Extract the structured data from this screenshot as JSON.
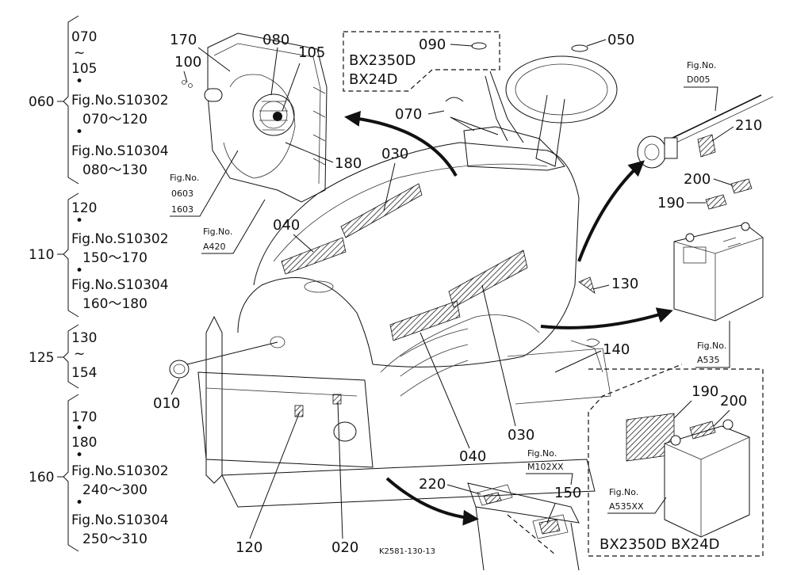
{
  "groups": [
    {
      "ref": "060",
      "lines": [
        "070",
        "~",
        "105",
        "•",
        "Fig.No.S10302",
        "070～120",
        "•",
        "Fig.No.S10304",
        "080～130"
      ]
    },
    {
      "ref": "110",
      "lines": [
        "120",
        "•",
        "Fig.No.S10302",
        "150～170",
        "•",
        "Fig.No.S10304",
        "160～180"
      ]
    },
    {
      "ref": "125",
      "lines": [
        "130",
        "~",
        "154"
      ]
    },
    {
      "ref": "160",
      "lines": [
        "170",
        "•",
        "180",
        "•",
        "Fig.No.S10302",
        "240～300",
        "•",
        "Fig.No.S10304",
        "250～310"
      ]
    }
  ],
  "callouts": {
    "c170": "170",
    "c080": "080",
    "c100": "100",
    "c105": "105",
    "c180": "180",
    "c090": "090",
    "c050": "050",
    "c070": "070",
    "c030a": "030",
    "c040a": "040",
    "c210": "210",
    "c200a": "200",
    "c190a": "190",
    "c130": "130",
    "c140": "140",
    "c010": "010",
    "c120": "120",
    "c020": "020",
    "c040b": "040",
    "c030b": "030",
    "c220": "220",
    "c150": "150",
    "c190b": "190",
    "c200b": "200"
  },
  "figrefs": {
    "f0603_1": "Fig.No.",
    "f0603_2": "0603",
    "f0603_3": "1603",
    "fA420_1": "Fig.No.",
    "fA420_2": "A420",
    "fD005_1": "Fig.No.",
    "fD005_2": "D005",
    "fA535_1": "Fig.No.",
    "fA535_2": "A535",
    "fM102_1": "Fig.No.",
    "fM102_2": "M102XX",
    "fA535XX_1": "Fig.No.",
    "fA535XX_2": "A535XX"
  },
  "models_box_top": [
    "BX2350D",
    "BX24D"
  ],
  "models_box_bottom": "BX2350D  BX24D",
  "drawing_id": "K2581-130-13"
}
